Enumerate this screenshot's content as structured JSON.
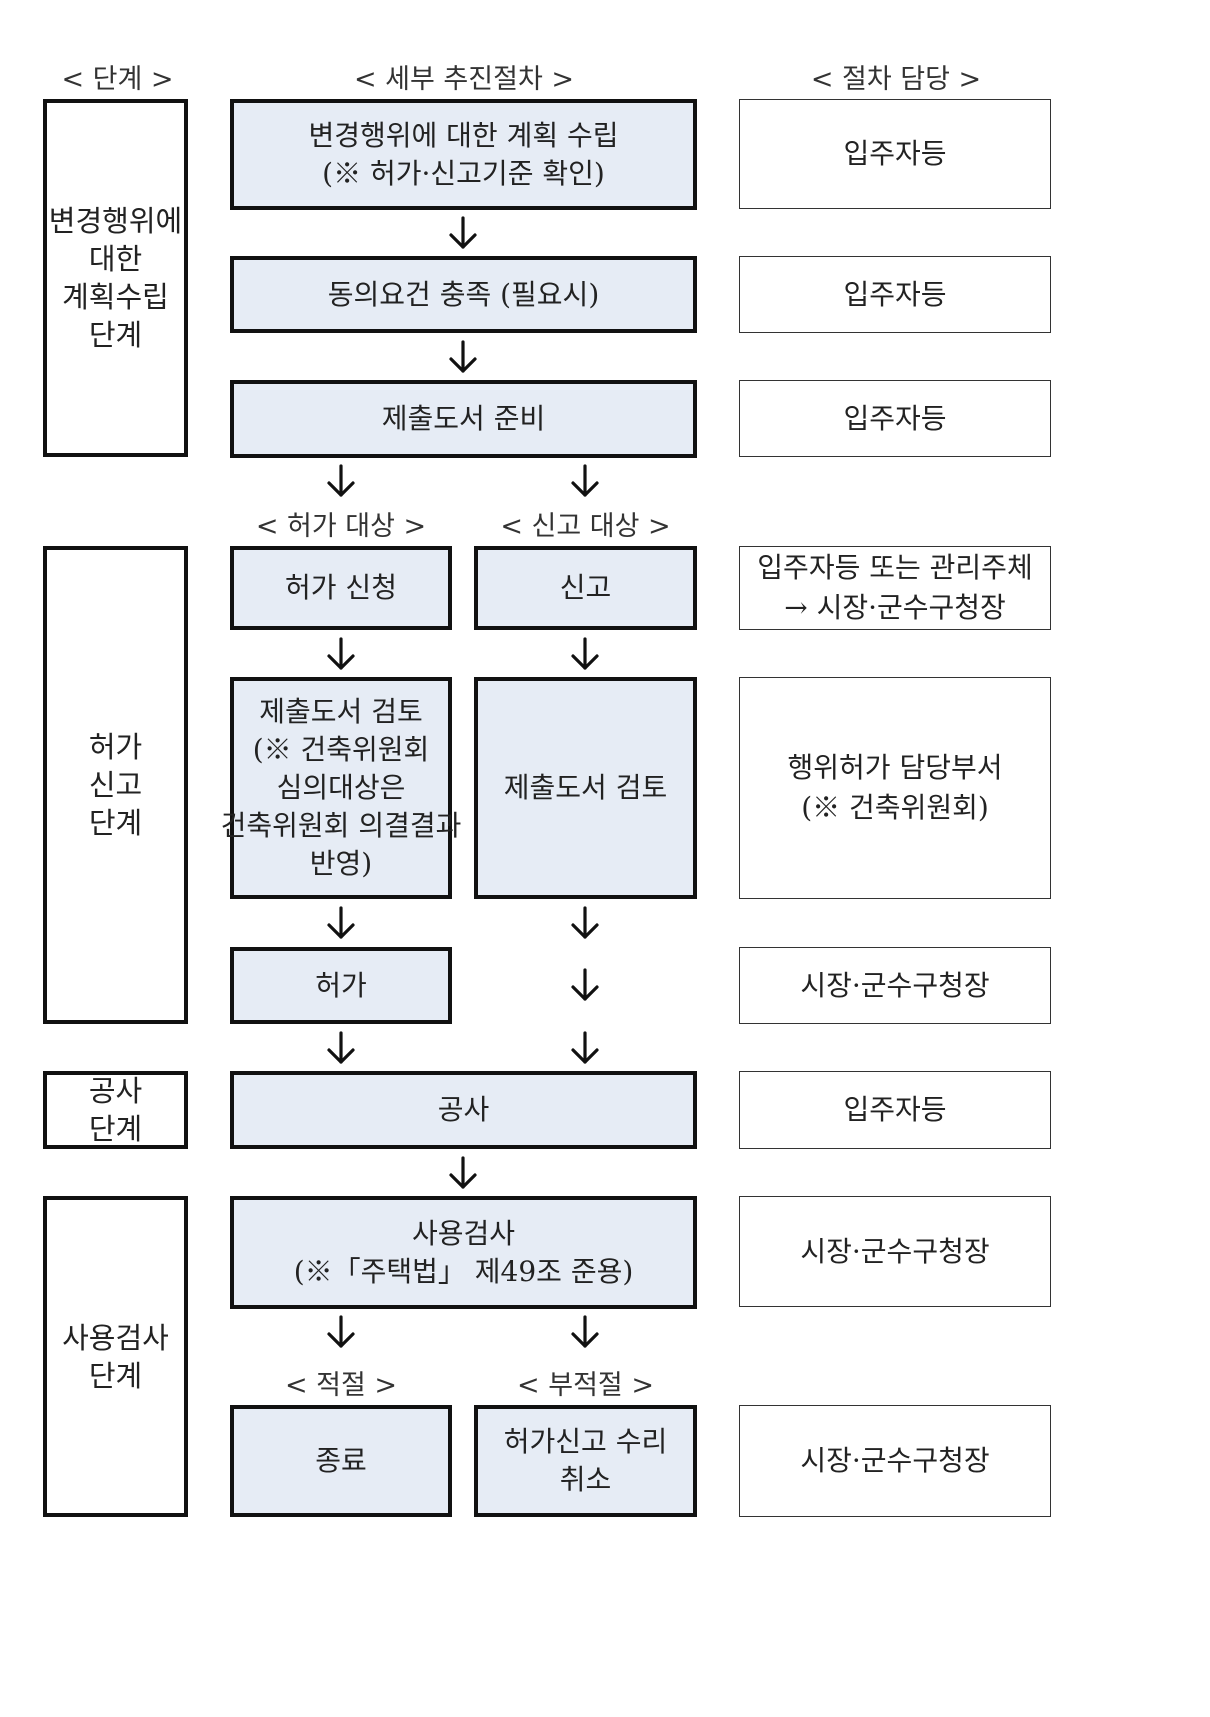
{
  "headers": {
    "stage": "< 단계 >",
    "process": "< 세부 추진절차 >",
    "responsible": "< 절차 담당 >"
  },
  "stages": {
    "planning": [
      "변경행위에",
      "대한",
      "계획수립",
      "단계"
    ],
    "permit": [
      "허가",
      "신고",
      "단계"
    ],
    "construction": [
      "공사",
      "단계"
    ],
    "inspection": [
      "사용검사",
      "단계"
    ]
  },
  "process": {
    "plan": [
      "변경행위에 대한 계획 수립",
      "(※ 허가·신고기준 확인)"
    ],
    "consent": [
      "동의요건 충족 (필요시)"
    ],
    "docs_prep": [
      "제출도서 준비"
    ],
    "permit_target": "< 허가 대상 >",
    "report_target": "< 신고 대상 >",
    "permit_apply": [
      "허가 신청"
    ],
    "report": [
      "신고"
    ],
    "permit_review": [
      "제출도서 검토",
      "(※ 건축위원회",
      "심의대상은",
      "건축위원회 의결결과",
      "반영)"
    ],
    "report_review": [
      "제출도서 검토"
    ],
    "permit_grant": [
      "허가"
    ],
    "construction": [
      "공사"
    ],
    "inspection": [
      "사용검사",
      "(※「주택법」 제49조 준용)"
    ],
    "pass_label": "< 적절 >",
    "fail_label": "< 부적절 >",
    "end": [
      "종료"
    ],
    "cancel": [
      "허가신고 수리",
      "취소"
    ]
  },
  "responsible": {
    "plan": [
      "입주자등"
    ],
    "consent": [
      "입주자등"
    ],
    "docs_prep": [
      "입주자등"
    ],
    "apply": [
      "입주자등 또는 관리주체",
      "→ 시장·군수구청장"
    ],
    "review": [
      "행위허가 담당부서",
      "(※ 건축위원회)"
    ],
    "grant": [
      "시장·군수구청장"
    ],
    "construction": [
      "입주자등"
    ],
    "inspection": [
      "시장·군수구청장"
    ],
    "result": [
      "시장·군수구청장"
    ]
  }
}
